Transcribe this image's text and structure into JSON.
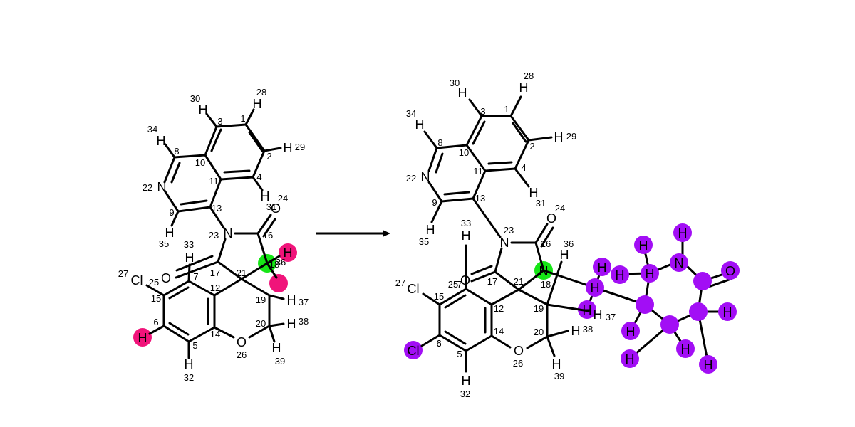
{
  "reaction": {
    "colors": {
      "magenta": "#f0147a",
      "green": "#16e616",
      "purple": "#a20ef5",
      "bond": "#000000"
    },
    "reactant": {
      "atoms": [
        {
          "label": "H",
          "index": "30"
        },
        {
          "label": "H",
          "index": "28"
        },
        {
          "label": "H",
          "index": "34"
        },
        {
          "label": "H",
          "index": "29"
        },
        {
          "label": "N",
          "index": "22"
        },
        {
          "label": "H",
          "index": "24"
        },
        {
          "label": "O",
          "index": "31"
        },
        {
          "label": "H",
          "index": "35"
        },
        {
          "label": "N",
          "index": "23"
        },
        {
          "label": "H",
          "index": "33"
        },
        {
          "label": "H",
          "index": "36"
        },
        {
          "label": "Cl",
          "index": "27"
        },
        {
          "label": "O",
          "index": "7"
        },
        {
          "label": "H",
          "index": "37"
        },
        {
          "label": "H",
          "index": "38"
        },
        {
          "label": "O",
          "index": "26"
        },
        {
          "label": "H",
          "index": "32"
        },
        {
          "label": "H",
          "index": "39"
        },
        {
          "label": "H",
          "index": "6"
        }
      ],
      "numbers": [
        "3",
        "1",
        "8",
        "10",
        "2",
        "11",
        "4",
        "9",
        "13",
        "16",
        "17",
        "21",
        "18",
        "12",
        "25",
        "15",
        "19",
        "20",
        "14",
        "5"
      ]
    },
    "product": {
      "atoms": [
        {
          "label": "H",
          "index": "30"
        },
        {
          "label": "H",
          "index": "28"
        },
        {
          "label": "H",
          "index": "34"
        },
        {
          "label": "H",
          "index": "29"
        },
        {
          "label": "N",
          "index": "22"
        },
        {
          "label": "H",
          "index": "31"
        },
        {
          "label": "H",
          "index": "35"
        },
        {
          "label": "H",
          "index": "33"
        },
        {
          "label": "N",
          "index": "23"
        },
        {
          "label": "O",
          "index": "24"
        },
        {
          "label": "H",
          "index": "36"
        },
        {
          "label": "N",
          "index": "18"
        },
        {
          "label": "Cl",
          "index": "27"
        },
        {
          "label": "O",
          "index": "25"
        },
        {
          "label": "H",
          "index": "37"
        },
        {
          "label": "H",
          "index": "38"
        },
        {
          "label": "Cl",
          "index": "6"
        },
        {
          "label": "O",
          "index": "26"
        },
        {
          "label": "H",
          "index": "32"
        },
        {
          "label": "H",
          "index": "39"
        }
      ],
      "numbers": [
        "3",
        "1",
        "8",
        "10",
        "2",
        "11",
        "4",
        "13",
        "9",
        "16",
        "7",
        "17",
        "21",
        "15",
        "12",
        "19",
        "14",
        "20",
        "6",
        "5"
      ],
      "added_fragment": [
        "H",
        "H",
        "H",
        "N",
        "H",
        "O",
        "H",
        "H",
        "H",
        "H",
        "H",
        "H",
        "H",
        "H"
      ]
    }
  }
}
